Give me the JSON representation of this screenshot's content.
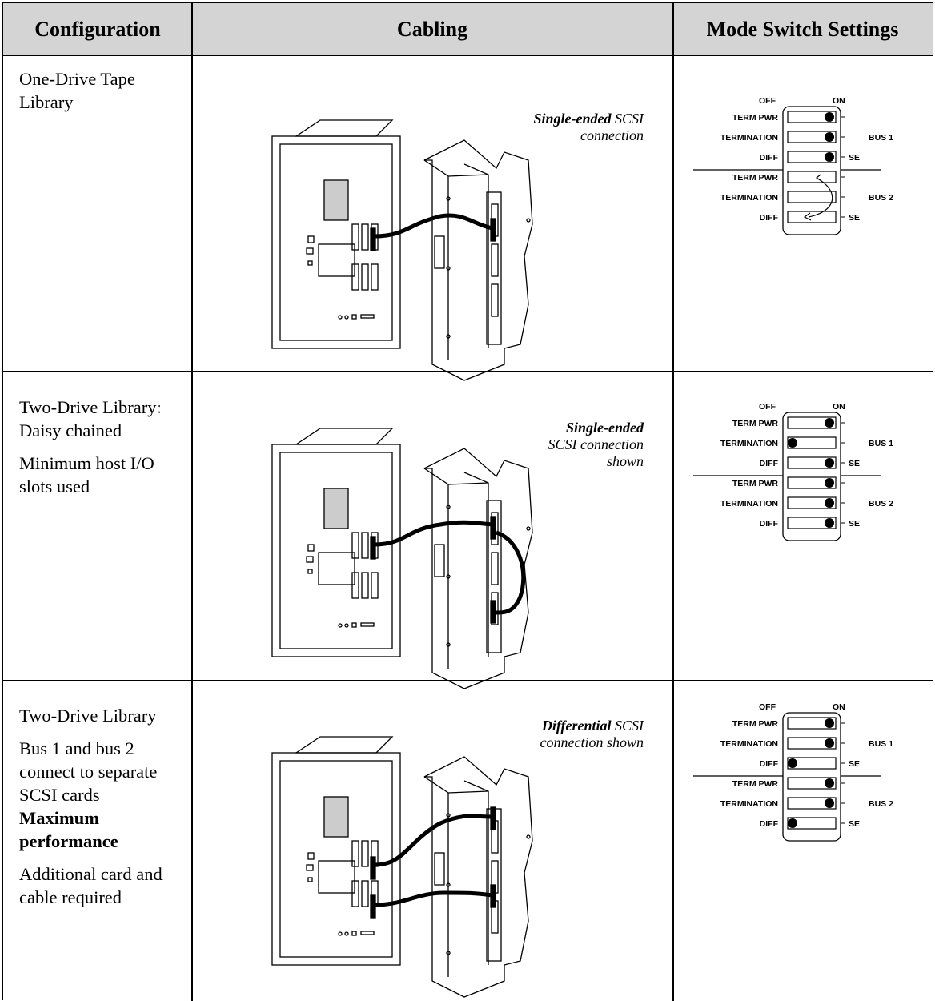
{
  "header": {
    "col_configuration": "Configuration",
    "col_cabling": "Cabling",
    "col_mode_switch": "Mode Switch Settings"
  },
  "rows": [
    {
      "config_lines": [
        "One-Drive Tape",
        "Library"
      ],
      "cable_note_bold": "Single-ended",
      "cable_note_rest_1": " SCSI",
      "cable_note_rest_2": "connection"
    },
    {
      "config_lines": [
        "Two-Drive Library:",
        "Daisy chained",
        "Minimum host I/O",
        "slots used"
      ],
      "cable_note_bold": "Single-ended",
      "cable_note_rest_1": "SCSI connection",
      "cable_note_rest_2": "shown"
    },
    {
      "config_lines": [
        "Two-Drive Library",
        "Bus 1 and bus 2",
        "connect to separate",
        "SCSI cards",
        "Maximum",
        "performance",
        "Additional card and",
        "cable required"
      ],
      "cable_note_bold": "Differential",
      "cable_note_rest_1": " SCSI",
      "cable_note_rest_2": "connection shown"
    }
  ],
  "switch": {
    "off": "OFF",
    "on": "ON",
    "term_pwr": "TERM PWR",
    "termination": "TERMINATION",
    "diff": "DIFF",
    "bus1": "BUS 1",
    "bus2": "BUS 2",
    "se": "SE"
  }
}
